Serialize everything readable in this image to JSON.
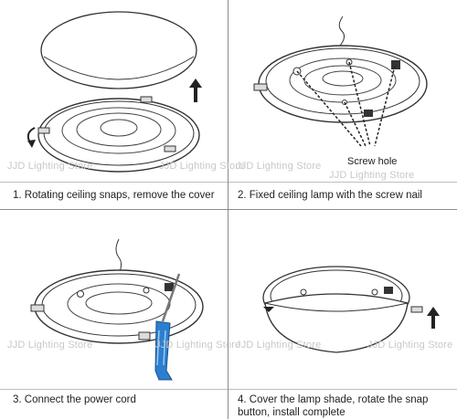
{
  "steps": [
    {
      "caption": "1. Rotating ceiling snaps, remove the cover"
    },
    {
      "caption": "2. Fixed ceiling lamp with the screw nail",
      "label": "Screw hole"
    },
    {
      "caption": "3. Connect the power cord"
    },
    {
      "caption": "4. Cover the lamp shade, rotate the snap button, install complete"
    }
  ],
  "watermark": "JJD Lighting Store",
  "colors": {
    "screwdriver_handle": "#2c7fd0",
    "line": "#333333",
    "watermark": "#c8c8c8"
  }
}
